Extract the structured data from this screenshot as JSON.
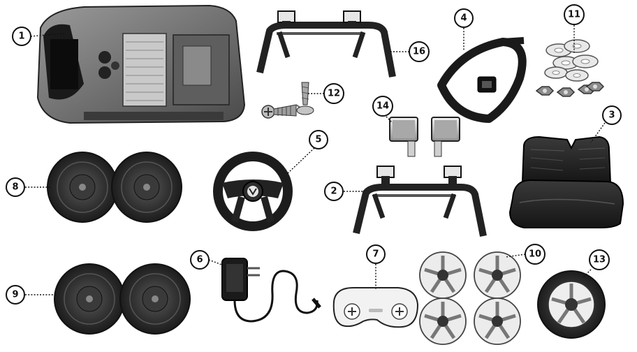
{
  "title": "",
  "parts": [
    {
      "num": "1",
      "name": "car-body"
    },
    {
      "num": "2",
      "name": "rear-roll-bar"
    },
    {
      "num": "3",
      "name": "seat"
    },
    {
      "num": "4",
      "name": "seat-belt"
    },
    {
      "num": "5",
      "name": "steering-wheel"
    },
    {
      "num": "6",
      "name": "charger"
    },
    {
      "num": "7",
      "name": "remote-control"
    },
    {
      "num": "8",
      "name": "front-wheels"
    },
    {
      "num": "9",
      "name": "rear-wheels"
    },
    {
      "num": "10",
      "name": "hub-caps"
    },
    {
      "num": "11",
      "name": "washers-and-nuts"
    },
    {
      "num": "12",
      "name": "screws"
    },
    {
      "num": "13",
      "name": "spare-wheel"
    },
    {
      "num": "14",
      "name": "side-mirrors"
    },
    {
      "num": "16",
      "name": "front-roll-bar"
    }
  ],
  "colors": {
    "line": "#111111",
    "dark": "#2b2b2b",
    "mid": "#6a6a6a",
    "light": "#d6d6d6",
    "bg": "#ffffff"
  }
}
